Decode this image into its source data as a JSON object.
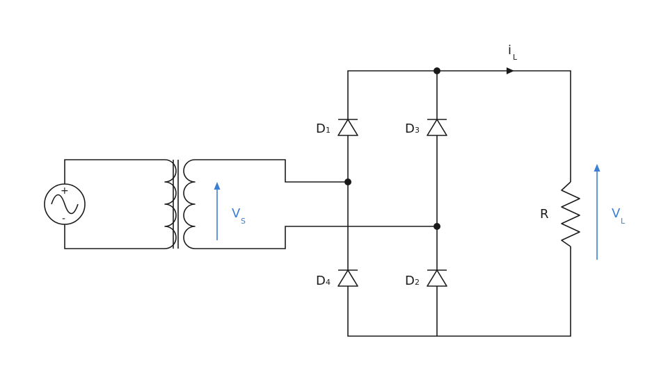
{
  "colors": {
    "wire": "#1a1a1a",
    "annotation": "#3a7fd5"
  },
  "source": {
    "plus": "+",
    "minus": "-"
  },
  "labels": {
    "d1": {
      "main": "D",
      "sub": "1"
    },
    "d3": {
      "main": "D",
      "sub": "3"
    },
    "d4": {
      "main": "D",
      "sub": "4"
    },
    "d2": {
      "main": "D",
      "sub": "2"
    },
    "r": "R",
    "il": {
      "main": "i",
      "sub": "L"
    },
    "vs": {
      "main": "V",
      "sub": "S"
    },
    "vl": {
      "main": "V",
      "sub": "L"
    }
  }
}
